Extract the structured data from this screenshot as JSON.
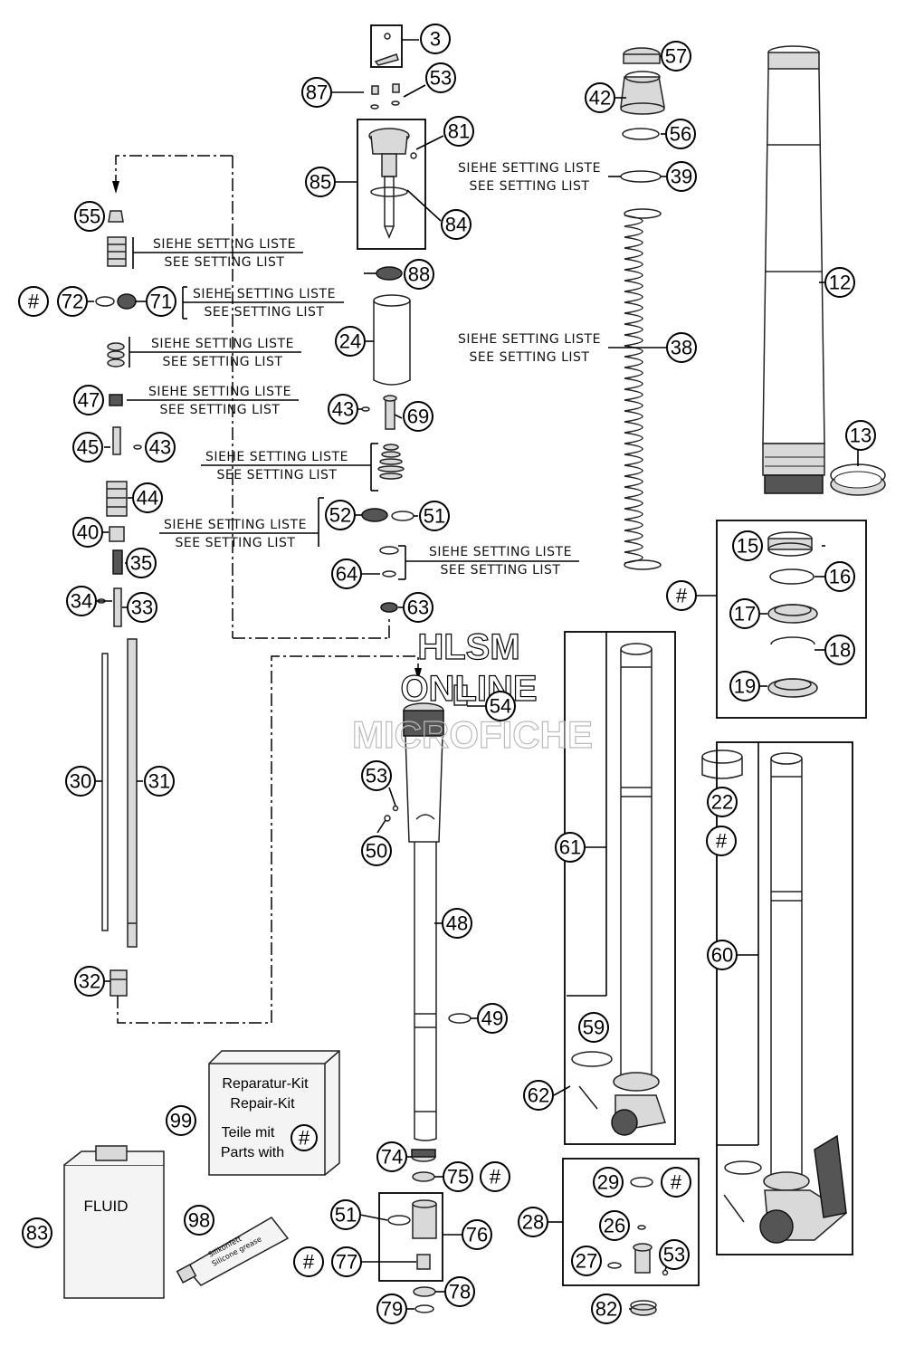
{
  "watermark": {
    "line1": "HLSM",
    "line2": "ONLINE",
    "line3": "MICROFICHE"
  },
  "setting_label": {
    "de": "SIEHE SETTING LISTE",
    "en": "SEE SETTING LIST"
  },
  "kit_box": {
    "line1": "Reparatur-Kit",
    "line2": "Repair-Kit",
    "line3": "Teile mit",
    "line4": "Parts with"
  },
  "fluid_label": "FLUID",
  "grease_label": {
    "line1": "Silikonfett",
    "line2": "Silicone grease"
  },
  "callouts": {
    "c3": "3",
    "c87": "87",
    "c53a": "53",
    "c81": "81",
    "c85": "85",
    "c84": "84",
    "c57": "57",
    "c42": "42",
    "c56": "56",
    "c39": "39",
    "c12": "12",
    "c13": "13",
    "c55": "55",
    "c72": "72",
    "c71": "71",
    "hashA": "#",
    "c88": "88",
    "c24": "24",
    "c38": "38",
    "c47": "47",
    "c43a": "43",
    "c69": "69",
    "c45": "45",
    "c43b": "43",
    "c44": "44",
    "c52": "52",
    "c51a": "51",
    "c40": "40",
    "c35": "35",
    "c64": "64",
    "c34": "34",
    "c33": "33",
    "c63": "63",
    "c15": "15",
    "c16": "16",
    "c17": "17",
    "c18": "18",
    "c19": "19",
    "hashB": "#",
    "c54": "54",
    "c53b": "53",
    "c50": "50",
    "c30": "30",
    "c31": "31",
    "c48": "48",
    "c61": "61",
    "c22": "22",
    "hashC": "#",
    "c60": "60",
    "c32": "32",
    "c49": "49",
    "c59": "59",
    "c62": "62",
    "c99": "99",
    "hashKit": "#",
    "c74": "74",
    "c75": "75",
    "hashD": "#",
    "c29": "29",
    "hashE": "#",
    "c28": "28",
    "c26": "26",
    "c83": "83",
    "c98": "98",
    "c51b": "51",
    "c76": "76",
    "hashF": "#",
    "c77": "77",
    "c53c": "53",
    "c27": "27",
    "c78": "78",
    "c79": "79",
    "c82": "82"
  }
}
